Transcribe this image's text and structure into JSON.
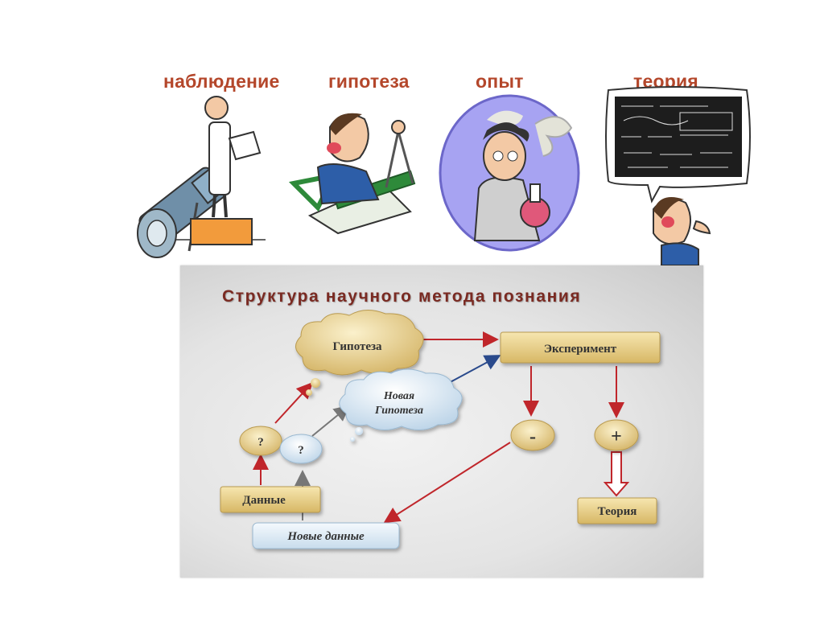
{
  "stages": [
    {
      "label": "наблюдение",
      "icon": "observer-telescope-icon"
    },
    {
      "label": "гипотеза",
      "icon": "drafting-compass-icon"
    },
    {
      "label": "опыт",
      "icon": "chemist-flask-icon"
    },
    {
      "label": "теория",
      "icon": "blackboard-theory-icon"
    }
  ],
  "diagram": {
    "title": "Структура научного метода познания",
    "nodes": {
      "hypothesis": "Гипотеза",
      "new_hypothesis_line1": "Новая",
      "new_hypothesis_line2": "Гипотеза",
      "experiment": "Эксперимент",
      "question1": "?",
      "question2": "?",
      "minus": "-",
      "plus": "+",
      "data": "Данные",
      "new_data": "Новые данные",
      "theory": "Теория"
    }
  },
  "colors": {
    "stage_label": "#b4472b",
    "panel_title": "#7a2a22",
    "gold_box": "#e8cf86",
    "red_arrow": "#c0262b",
    "blue_arrow": "#2a4a8c",
    "gray_arrow": "#777777",
    "blue_cloud": "#dceaf5"
  }
}
